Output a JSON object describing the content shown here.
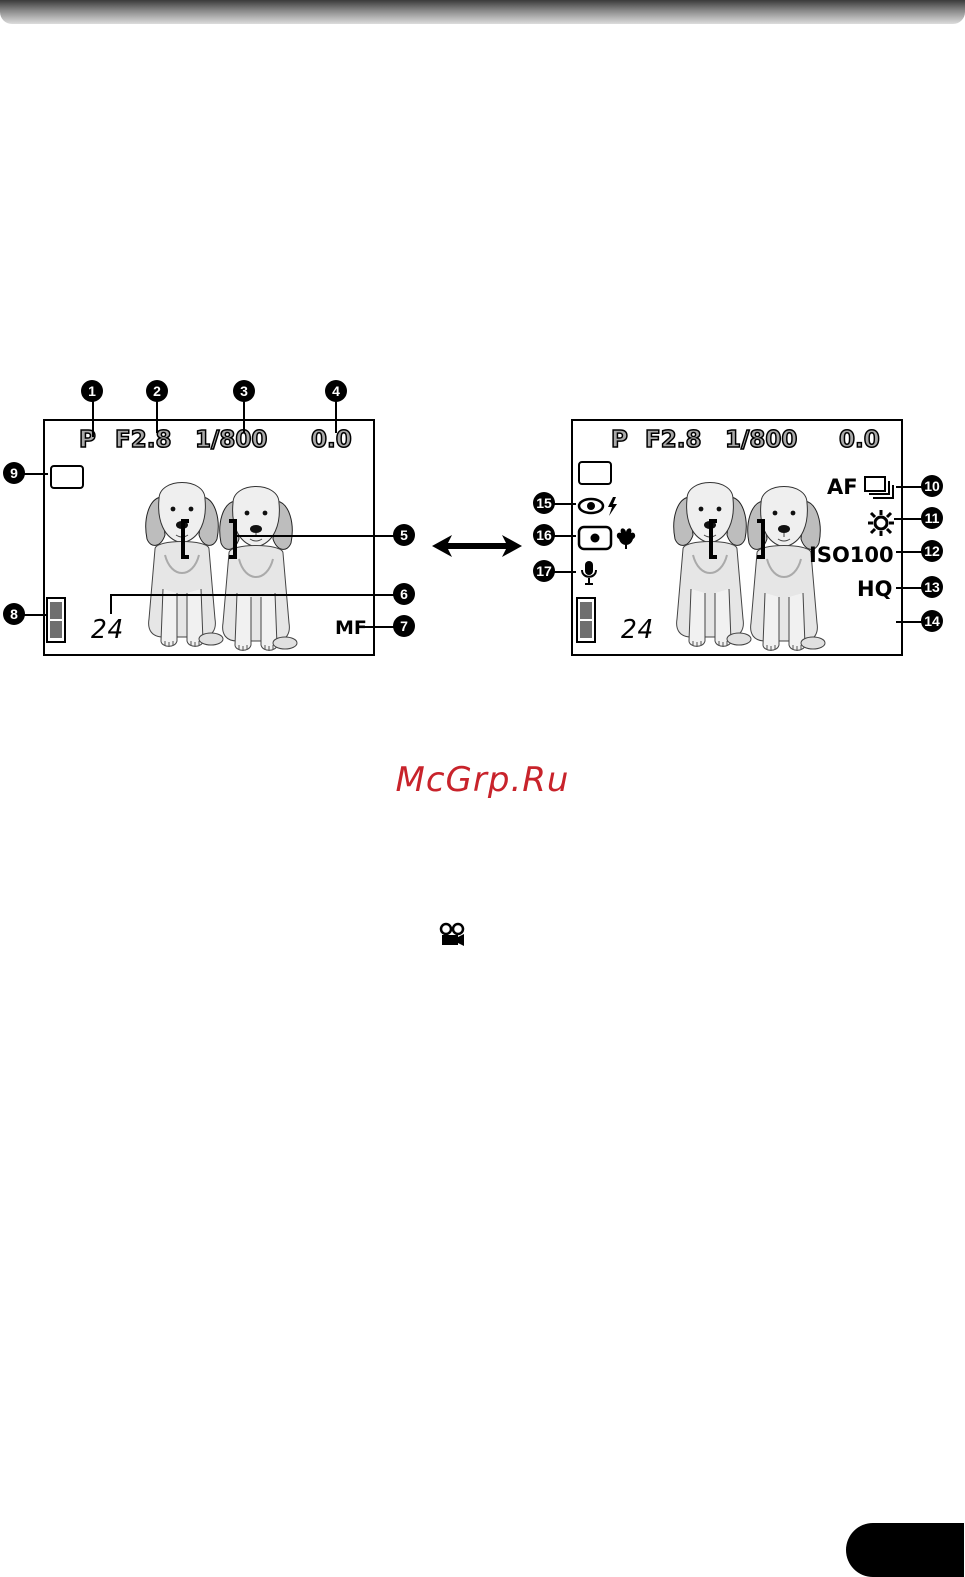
{
  "header": {
    "icon": "gradient-header-bar"
  },
  "screen": {
    "mode": "P",
    "aperture": "F2.8",
    "shutter": "1/800",
    "exposure_comp": "0.0",
    "frames_remaining": "24",
    "focus_mode": "MF",
    "af_mode": "AF",
    "iso": "ISO100",
    "quality": "HQ"
  },
  "callouts": {
    "n1": "1",
    "n2": "2",
    "n3": "3",
    "n4": "4",
    "n5": "5",
    "n6": "6",
    "n7": "7",
    "n8": "8",
    "n9": "9",
    "n10": "10",
    "n11": "11",
    "n12": "12",
    "n13": "13",
    "n14": "14",
    "n15": "15",
    "n16": "16",
    "n17": "17"
  },
  "watermark": "McGrp.Ru",
  "icons": [
    "double-arrow-icon",
    "movie-camera-icon",
    "eye-icon",
    "flash-icon",
    "spot-metering-icon",
    "macro-icon",
    "microphone-icon",
    "sun-icon",
    "sequential-shooting-icon",
    "battery-icon",
    "page-tab"
  ]
}
